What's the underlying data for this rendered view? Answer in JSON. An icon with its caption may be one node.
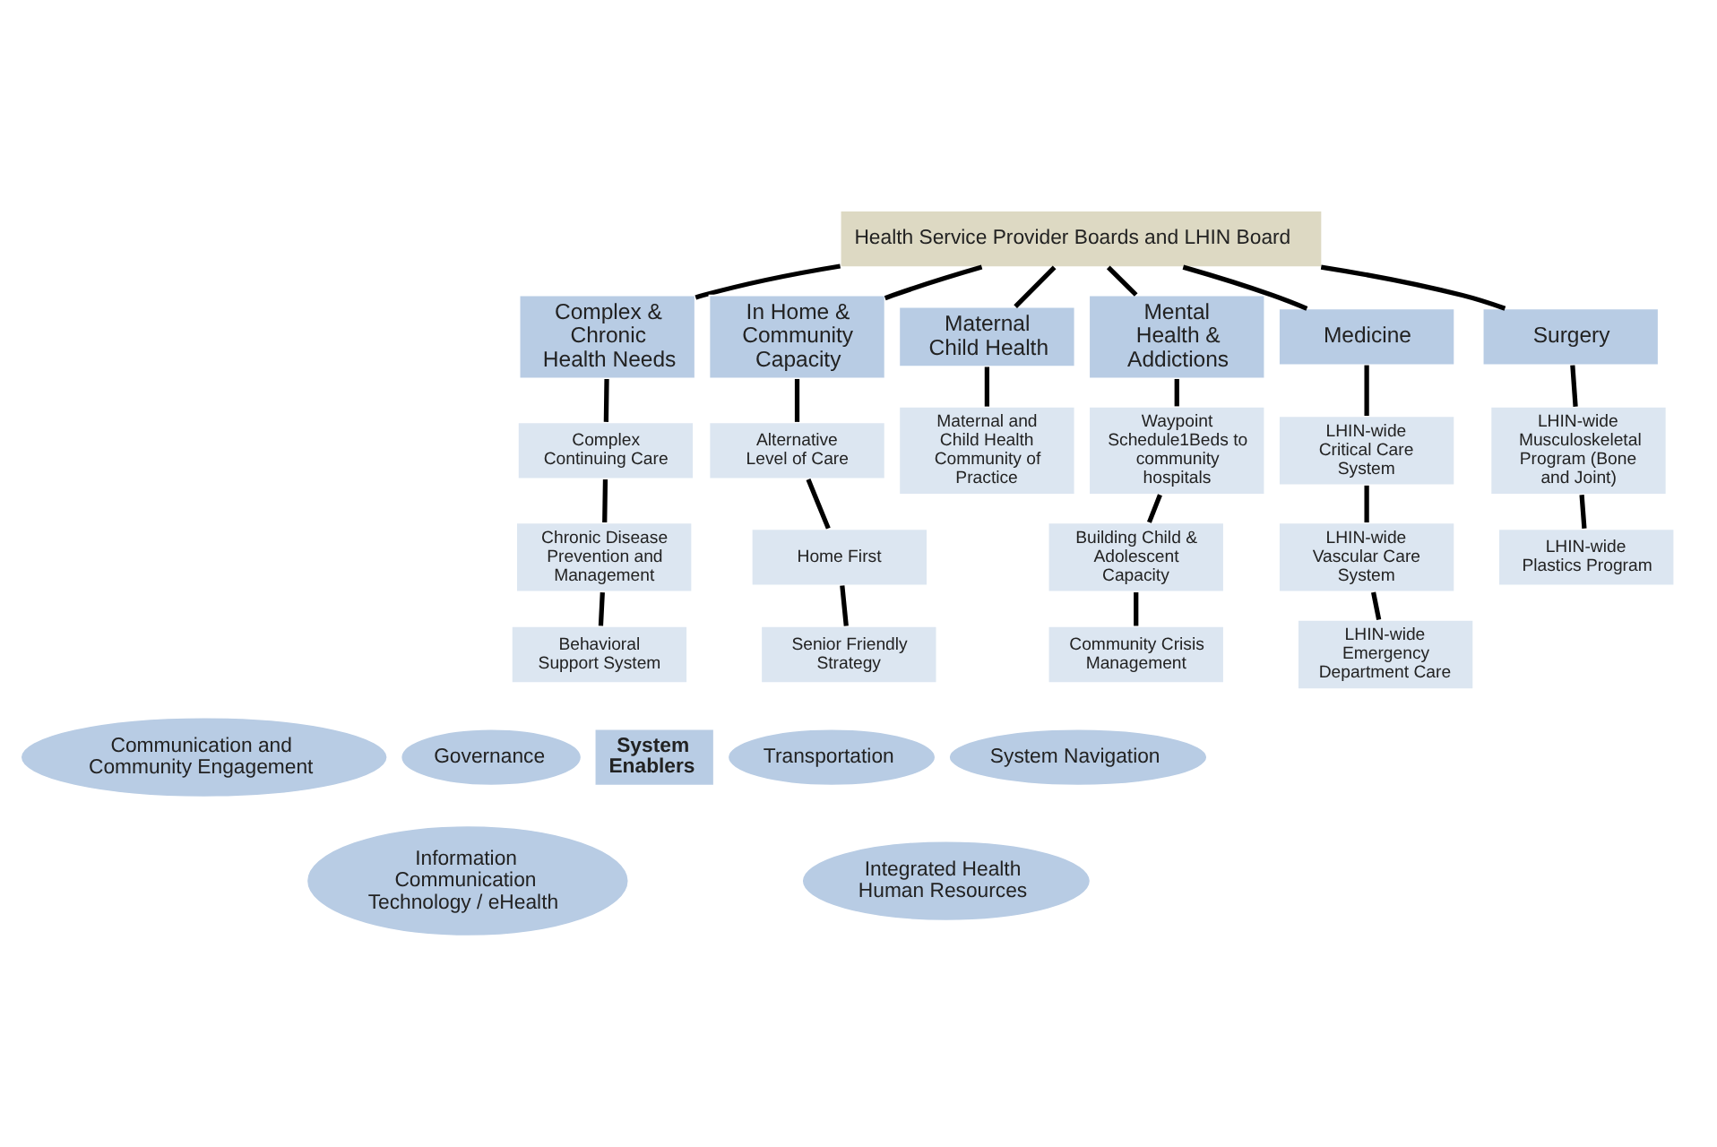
{
  "diagram": {
    "nodes": [
      {
        "text": [
          "Health Service Provider Boards and LHIN Board"
        ]
      },
      {
        "text": [
          "Complex & Chronic Health Needs"
        ]
      },
      {
        "text": [
          "In Home & Community Capacity"
        ]
      },
      {
        "text": [
          "Maternal Child Health"
        ]
      },
      {
        "text": [
          "Mental Health & Addictions"
        ]
      },
      {
        "text": [
          "Medicine"
        ]
      },
      {
        "text": [
          "Surgery"
        ]
      },
      {
        "text": [
          "Complex Continuing Care"
        ]
      },
      {
        "text": [
          "Chronic Disease Prevention and Management"
        ]
      },
      {
        "text": [
          "Behavioral Support System"
        ]
      },
      {
        "text": [
          "Alternative Level of Care"
        ]
      },
      {
        "text": [
          "Home First"
        ]
      },
      {
        "text": [
          "Senior Friendly Strategy"
        ]
      },
      {
        "text": [
          "Maternal and Child Health Community of Practice"
        ]
      },
      {
        "text": [
          "Waypoint Schedule1Beds to community hospitals"
        ]
      },
      {
        "text": [
          "Building Child & Adolescent Capacity"
        ]
      },
      {
        "text": [
          "Community Crisis Management"
        ]
      },
      {
        "text": [
          "LHIN-wide Critical Care System"
        ]
      },
      {
        "text": [
          "LHIN-wide Vascular Care System"
        ]
      },
      {
        "text": [
          "LHIN-wide Emergency Department Care"
        ]
      },
      {
        "text": [
          "LHIN-wide Musculoskeletal Program (Bone and Joint)"
        ]
      },
      {
        "text": [
          "LHIN-wide Plastics Program"
        ]
      },
      {
        "text": [
          "System Enablers"
        ]
      },
      {
        "text": [
          "Communication and Community Engagement"
        ]
      },
      {
        "text": [
          "Governance"
        ]
      },
      {
        "text": [
          "Information Communication Technology / eHealth"
        ]
      },
      {
        "text": [
          "Transportation"
        ]
      },
      {
        "text": [
          "System Navigation"
        ]
      },
      {
        "text": [
          "Integrated Health Human Resources"
        ]
      }
    ],
    "edges": [
      {
        "from": 0,
        "to": 1,
        "arrow": "none"
      },
      {
        "from": 0,
        "to": 2,
        "arrow": "none"
      },
      {
        "from": 0,
        "to": 3,
        "arrow": "none"
      },
      {
        "from": 0,
        "to": 4,
        "arrow": "none"
      },
      {
        "from": 0,
        "to": 5,
        "arrow": "none"
      },
      {
        "from": 0,
        "to": 6,
        "arrow": "none"
      },
      {
        "from": 1,
        "to": 7,
        "arrow": "none"
      },
      {
        "from": 7,
        "to": 8,
        "arrow": "none"
      },
      {
        "from": 8,
        "to": 9,
        "arrow": "none"
      },
      {
        "from": 2,
        "to": 10,
        "arrow": "none"
      },
      {
        "from": 10,
        "to": 11,
        "arrow": "none"
      },
      {
        "from": 11,
        "to": 12,
        "arrow": "none"
      },
      {
        "from": 3,
        "to": 13,
        "arrow": "none"
      },
      {
        "from": 4,
        "to": 14,
        "arrow": "none"
      },
      {
        "from": 14,
        "to": 15,
        "arrow": "none"
      },
      {
        "from": 15,
        "to": 16,
        "arrow": "none"
      },
      {
        "from": 5,
        "to": 17,
        "arrow": "none"
      },
      {
        "from": 17,
        "to": 18,
        "arrow": "none"
      },
      {
        "from": 18,
        "to": 19,
        "arrow": "none"
      },
      {
        "from": 6,
        "to": 20,
        "arrow": "none"
      },
      {
        "from": 20,
        "to": 21,
        "arrow": "none"
      }
    ]
  }
}
